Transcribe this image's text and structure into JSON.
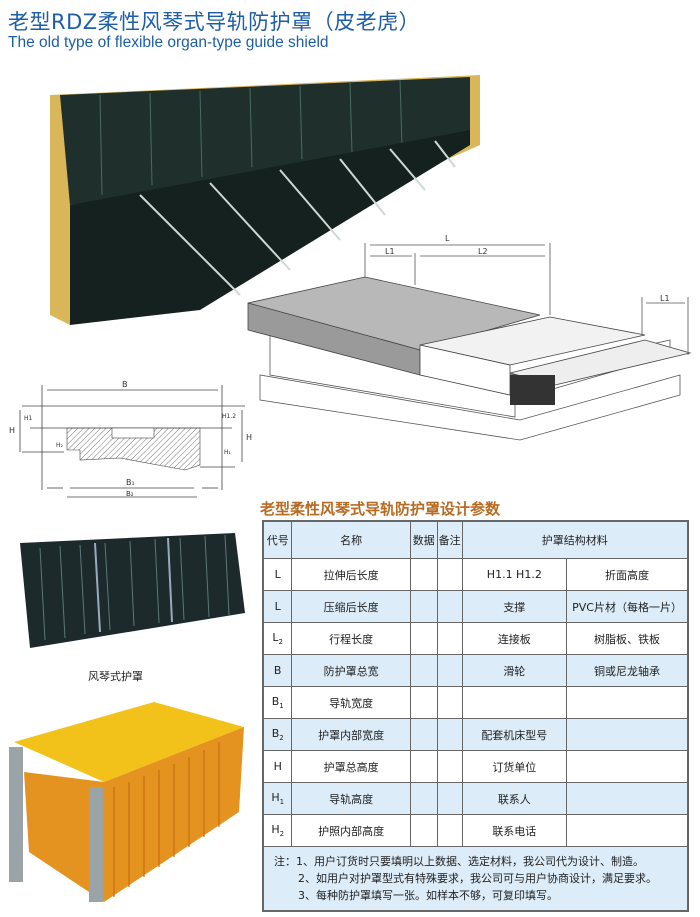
{
  "header": {
    "title": "老型RDZ柔性风琴式导轨防护罩（皮老虎）",
    "subtitle": "The old type of flexible organ-type guide shield"
  },
  "drawing": {
    "dims": {
      "L": "L",
      "L1": "L1",
      "L2": "L2",
      "L1_right": "L1"
    }
  },
  "section": {
    "labels": {
      "B": "B",
      "B1": "B₁",
      "B2": "B₂",
      "H": "H",
      "H_right": "H",
      "H1": "H1",
      "H12": "H1.2",
      "H2": "H₂",
      "H1_right": "H₁"
    }
  },
  "left": {
    "caption": "风琴式护罩"
  },
  "table": {
    "title": "老型柔性风琴式导轨防护罩设计参数",
    "headers": {
      "code": "代号",
      "name": "名称",
      "data": "数据",
      "note": "备注",
      "material": "护罩结构材料"
    },
    "rows": [
      {
        "code": "L",
        "sub": "",
        "name": "拉伸后长度",
        "m1": "H1.1  H1.2",
        "m2": "折面高度"
      },
      {
        "code": "L",
        "sub": "",
        "name": "压缩后长度",
        "m1": "支撑",
        "m2": "PVC片材（每格一片）"
      },
      {
        "code": "L",
        "sub": "2",
        "name": "行程长度",
        "m1": "连接板",
        "m2": "树脂板、铁板"
      },
      {
        "code": "B",
        "sub": "",
        "name": "防护罩总宽",
        "m1": "滑轮",
        "m2": "铜或尼龙轴承"
      },
      {
        "code": "B",
        "sub": "1",
        "name": "导轨宽度",
        "m1": "",
        "m2": ""
      },
      {
        "code": "B",
        "sub": "2",
        "name": "护罩内部宽度",
        "m1": "配套机床型号",
        "m2": ""
      },
      {
        "code": "H",
        "sub": "",
        "name": "护罩总高度",
        "m1": "订货单位",
        "m2": ""
      },
      {
        "code": "H",
        "sub": "1",
        "name": "导轨高度",
        "m1": "联系人",
        "m2": ""
      },
      {
        "code": "H",
        "sub": "2",
        "name": "护照内部高度",
        "m1": "联系电话",
        "m2": ""
      }
    ],
    "notes": [
      "注：1、用户订货时只要填明以上数据、选定材料，我公司代为设计、制造。",
      "2、如用户对护罩型式有特殊要求，我公司可与用户协商设计，满足要求。",
      "3、每种防护罩填写一张。如样本不够，可复印填写。"
    ]
  },
  "colors": {
    "title": "#1d5ea8",
    "table_title": "#b86a22",
    "row_blue": "#dcecf8"
  }
}
